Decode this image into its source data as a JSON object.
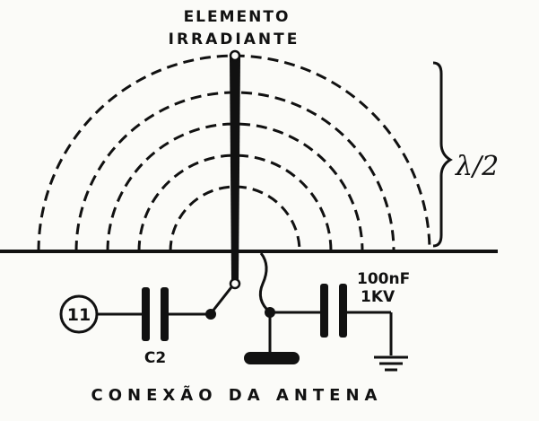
{
  "diagram": {
    "title_line1": "ELEMENTO",
    "title_line2": "IRRADIANTE",
    "lambda_label": "λ/2",
    "terminal_label": "11",
    "capacitor_c2_label": "C2",
    "capacitor2_value_line1": "100nF",
    "capacitor2_value_line2": "1KV",
    "caption": "CONEXÃO DA ANTENA"
  }
}
